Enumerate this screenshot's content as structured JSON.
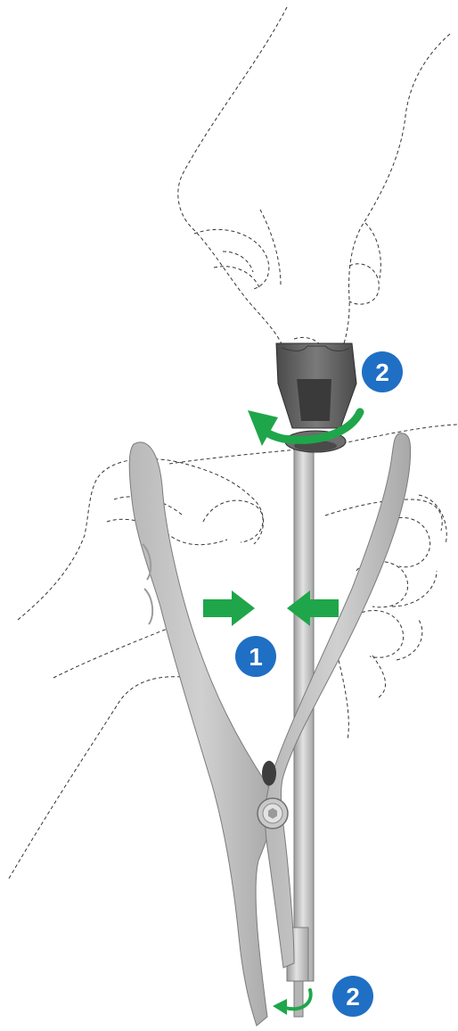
{
  "figure": {
    "colors": {
      "background": "#ffffff",
      "outline_dashed": "#333333",
      "instrument_light": "#c4c4c4",
      "instrument_shadow": "#9a9a9a",
      "instrument_outline": "#6e6e6e",
      "handle_dark": "#5b5b5b",
      "handle_darker": "#3d3d3d",
      "arrow_green": "#1fa64a",
      "badge_blue": "#1f6fc4"
    },
    "step_markers": [
      {
        "id": "step-1",
        "number": "1"
      },
      {
        "id": "step-2-top",
        "number": "2"
      },
      {
        "id": "step-2-bottom",
        "number": "2"
      }
    ],
    "icons": {
      "squeeze_arrows": "squeeze-arrows-icon",
      "rotate_arrow": "rotate-arrow-icon"
    }
  }
}
